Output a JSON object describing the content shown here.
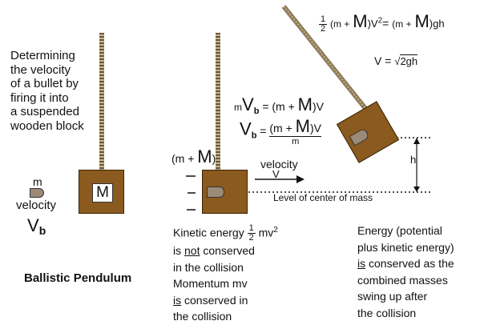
{
  "left_caption": [
    "Determining",
    "the velocity",
    "of a bullet by",
    "firing it into",
    "a suspended",
    "wooden block"
  ],
  "block_label": "M",
  "bullet_mass": "m",
  "bullet_velocity_label": "velocity",
  "bullet_velocity_symbol": "V",
  "bullet_velocity_sub": "b",
  "title": "Ballistic Pendulum",
  "mid": {
    "combined_label_open": "(m +",
    "combined_label_M": "M",
    "combined_label_close": ")",
    "momentum_eq_pre": "m",
    "momentum_eq_V": "V",
    "momentum_eq_sub": "b",
    "momentum_eq_post_open": "= (m +",
    "momentum_eq_post_M": "M",
    "momentum_eq_post_close": ")V",
    "solve_V": "V",
    "solve_sub": "b",
    "solve_num_open": "(m +",
    "solve_num_M": "M",
    "solve_num_close": ")V",
    "solve_den": "m",
    "velocity_label": "velocity",
    "velocity_symbol": "V",
    "level_label": "Level of center of mass",
    "text_lines": {
      "l1_pre": "Kinetic energy",
      "l1_frac_num": "1",
      "l1_frac_den": "2",
      "l1_post": "mv",
      "l1_exp": "2",
      "l2_pre": "is ",
      "l2_u": "not",
      "l2_post": " conserved",
      "l3": "in the collision",
      "l4": "Momentum mv",
      "l5_u": "is",
      "l5_post": " conserved in",
      "l6": "the collision"
    }
  },
  "right": {
    "energy_frac_num": "1",
    "energy_frac_den": "2",
    "energy_lhs_open": "(m +",
    "energy_lhs_M": "M",
    "energy_lhs_close": ")V",
    "energy_lhs_exp": "2",
    "energy_eq": "=",
    "energy_rhs_open": "(m +",
    "energy_rhs_M": "M",
    "energy_rhs_close": ")gh",
    "result_V": "V =",
    "result_root": "2gh",
    "h_label": "h",
    "text_lines": [
      "Energy (potential",
      "plus kinetic energy)",
      "is",
      " conserved as the",
      "combined masses",
      "swing up after",
      "the collision"
    ]
  },
  "colors": {
    "wood": "#8B5A1E",
    "rope_dark": "#6b5a3c",
    "rope_light": "#c9b48a"
  }
}
